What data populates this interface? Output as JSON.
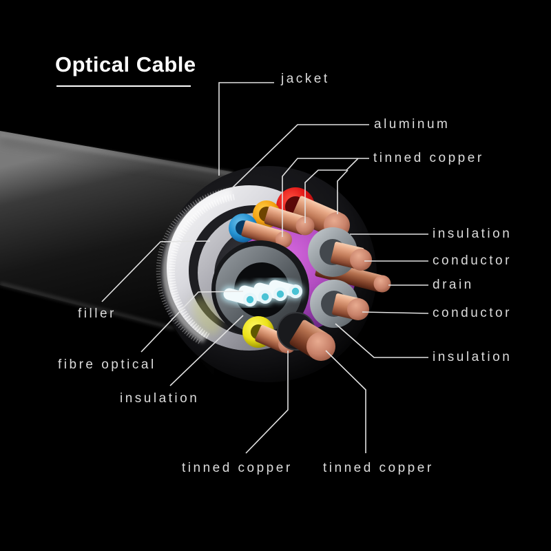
{
  "title": "Optical Cable",
  "labels": [
    {
      "id": "jacket",
      "text": "jacket"
    },
    {
      "id": "aluminum",
      "text": "aluminum"
    },
    {
      "id": "tinned-copper-top",
      "text": "tinned copper"
    },
    {
      "id": "insulation-right-1",
      "text": "insulation"
    },
    {
      "id": "conductor-right-1",
      "text": "conductor"
    },
    {
      "id": "drain",
      "text": "drain"
    },
    {
      "id": "conductor-right-2",
      "text": "conductor"
    },
    {
      "id": "insulation-right-2",
      "text": "insulation"
    },
    {
      "id": "filler",
      "text": "filler"
    },
    {
      "id": "fibre-optical",
      "text": "fibre optical"
    },
    {
      "id": "insulation-left",
      "text": "insulation"
    },
    {
      "id": "tinned-copper-bottom-left",
      "text": "tinned copper"
    },
    {
      "id": "tinned-copper-bottom-right",
      "text": "tinned copper"
    }
  ],
  "colors": {
    "background": "#000000",
    "text": "#dcdcdc",
    "title_text": "#ffffff",
    "leader_line": "#e3e3e3",
    "jacket_black": "#17171a",
    "aluminum_silver": "#e9e9ee",
    "filler_gray_ring": "#a8a8b0",
    "inner_purple_filler": "#b44ec2",
    "copper": "#c8836c",
    "copper_highlight": "#f5c7ab",
    "wire_red": "#e01515",
    "wire_orange": "#f5a413",
    "wire_blue": "#2492d2",
    "wire_yellow": "#ece21a",
    "wire_gray_insulation": "#8b9297",
    "fiber_glow_cyan": "#49c2d4",
    "fiber_tube_white": "#f2fafc"
  }
}
